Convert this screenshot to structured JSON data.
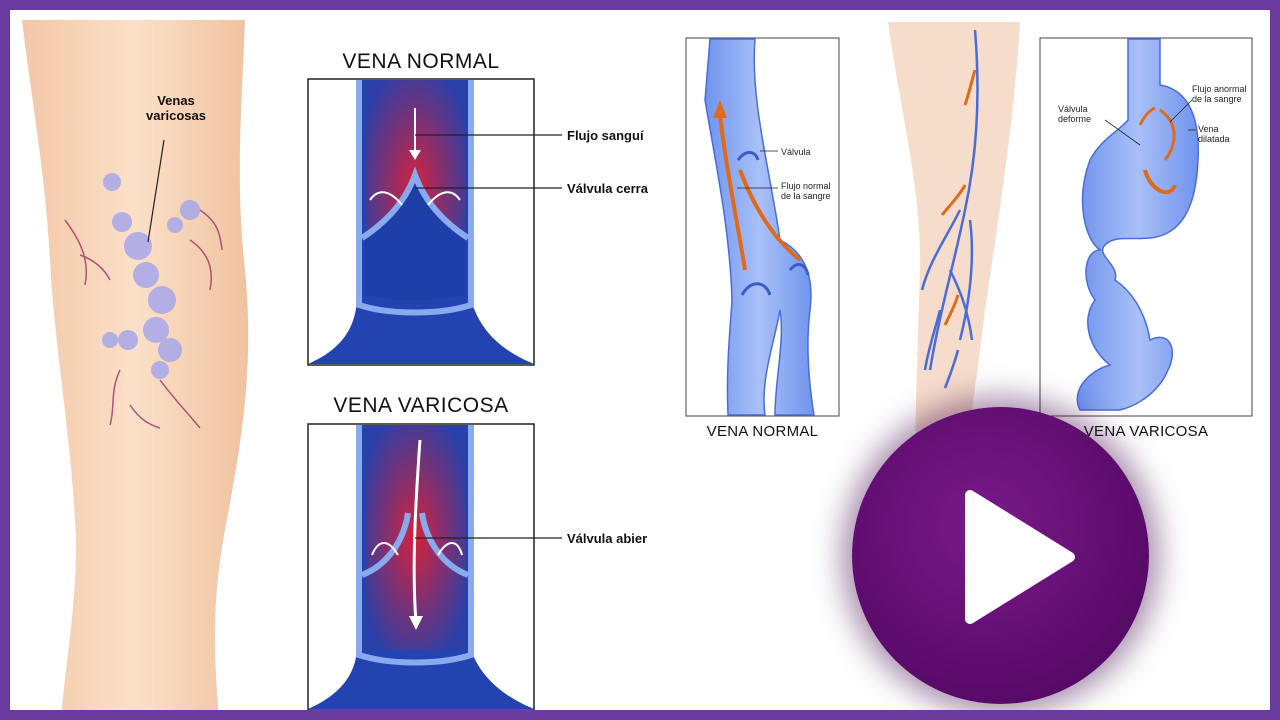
{
  "left_leg": {
    "label": "Venas\nvaricosas"
  },
  "normal_panel": {
    "title": "VENA NORMAL",
    "labels": [
      "Flujo sanguí",
      "Válvula cerra"
    ]
  },
  "varicose_panel": {
    "title": "VENA VARICOSA",
    "labels": [
      "Válvula abier"
    ]
  },
  "right_normal": {
    "caption": "VENA NORMAL",
    "labels": [
      "Válvula",
      "Flujo normal\nde la sangre"
    ]
  },
  "right_varicose": {
    "caption": "VENA VARICOSA",
    "labels": [
      "Válvula\ndeforme",
      "Flujo anormal\nde la sangre",
      "Vena\ndilatada"
    ]
  },
  "play_button": {
    "icon": "play-icon"
  },
  "colors": {
    "frame": "#6b3a9e",
    "skin": "#f7d0b0",
    "vein_light": "#8aaaf0",
    "vein_dark": "#1e3fa8",
    "blood": "#c8203c",
    "arrow_orange": "#e06a1c",
    "play": "#5e0c6e"
  }
}
